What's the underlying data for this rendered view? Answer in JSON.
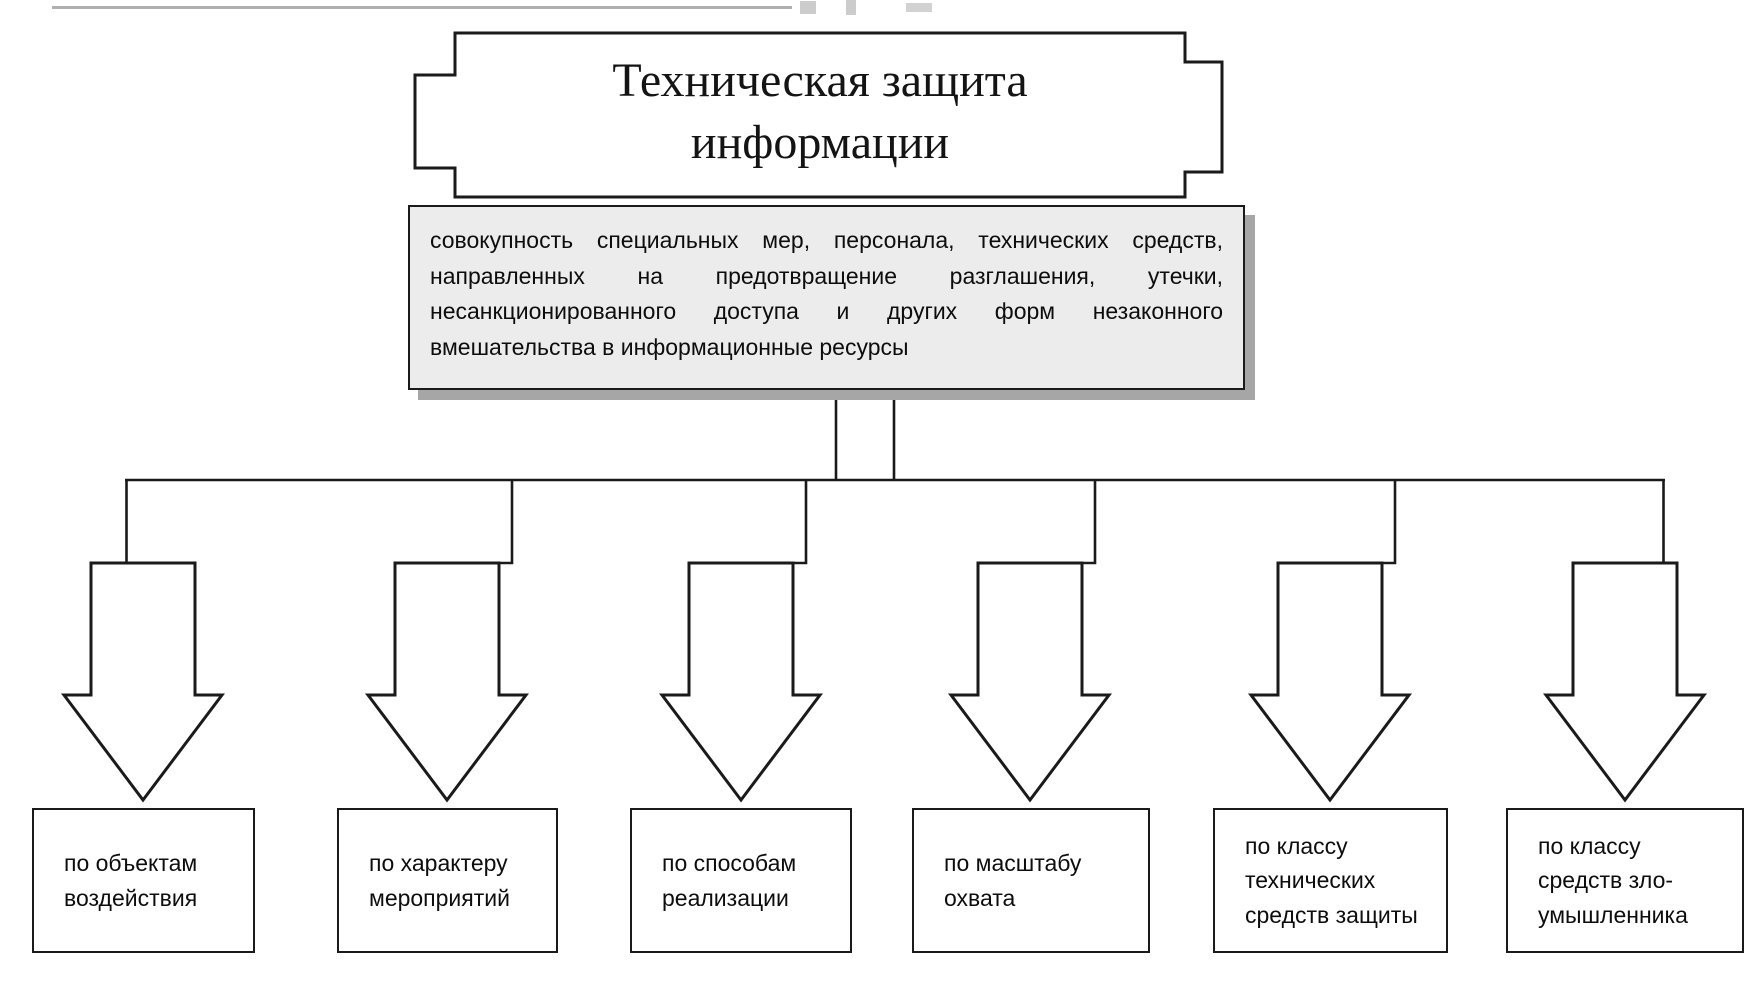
{
  "diagram": {
    "title": "Техническая защита\nинформации",
    "definition": "совокупность специальных мер, персонала, технических средств, направленных на предотвращение разглашения, утечки, несанкционированного доступа и других форм незаконного вмешательства в информационные ресурсы",
    "categories": [
      {
        "label": "по объектам\nвоздействия"
      },
      {
        "label": "по характеру\nмероприятий"
      },
      {
        "label": "по способам\nреализации"
      },
      {
        "label": "по масштабу\nохвата"
      },
      {
        "label": "по классу\nтехнических\nсредств защиты"
      },
      {
        "label": "по классу\nсредств зло-\nумышленника"
      }
    ],
    "colors": {
      "outline": "#1a1a1a",
      "definition_background": "#ececec",
      "definition_shadow": "#a6a6a6",
      "page_background": "#ffffff"
    }
  }
}
